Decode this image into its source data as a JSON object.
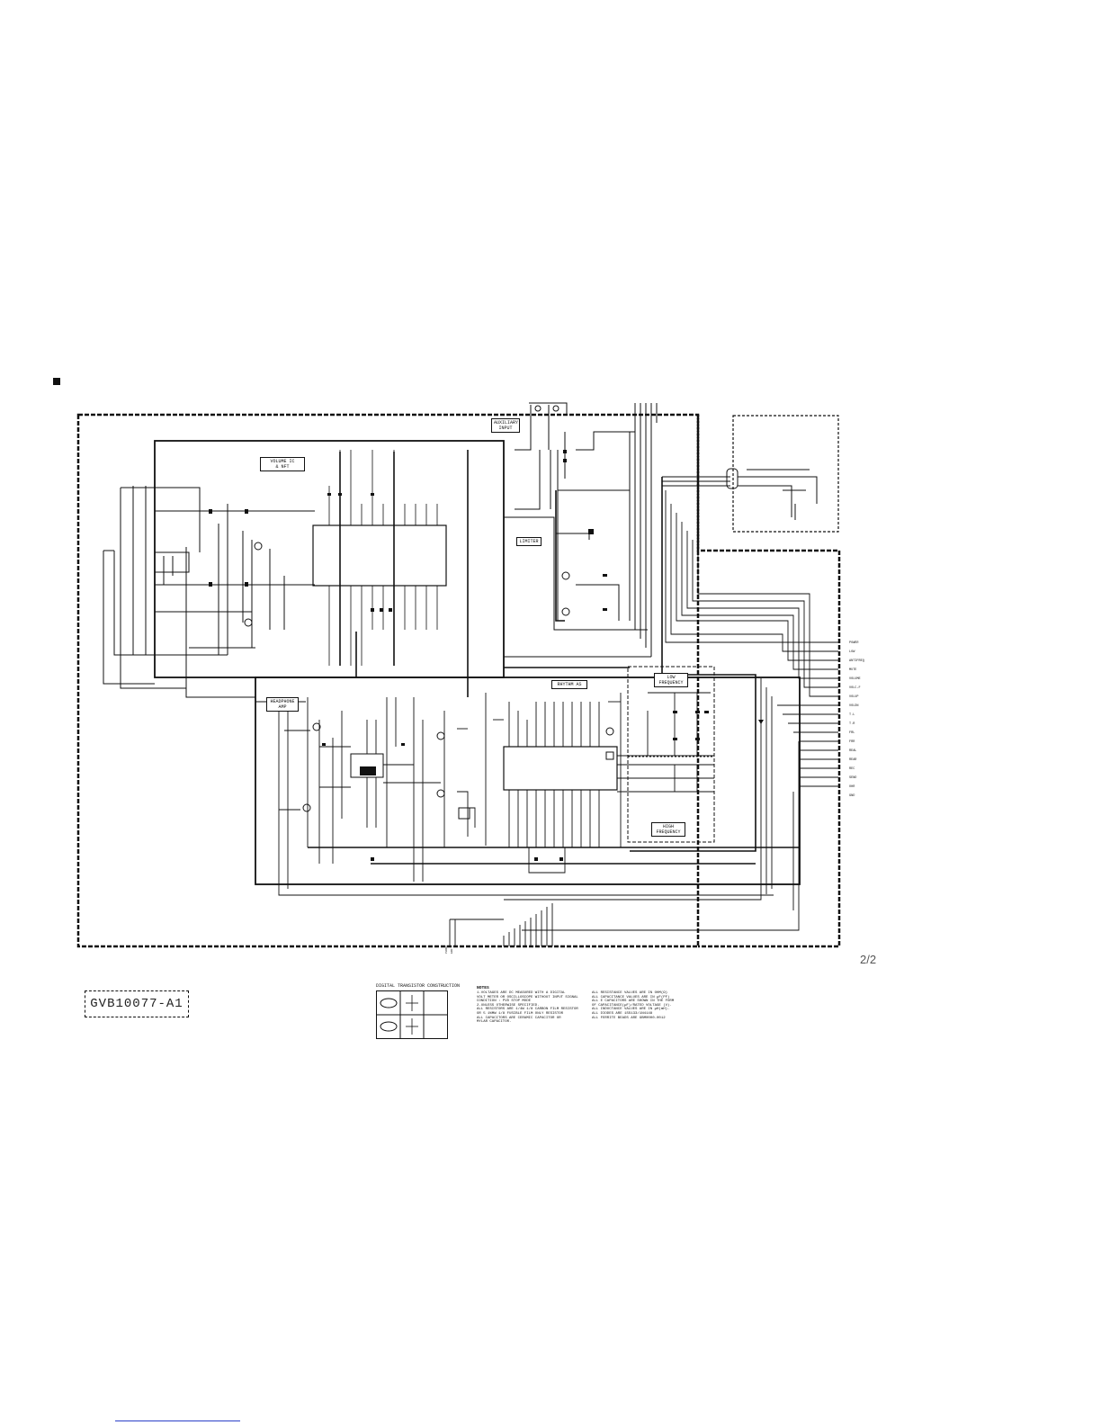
{
  "sheet": {
    "board_id": "GVB10077-A1",
    "page_number": "2/2"
  },
  "blocks": {
    "volume": "VOLUME IC\n& NFT",
    "aux": "AUXILIARY\nINPUT",
    "limiter": "LIMITER",
    "headphone": "HEADPHONE\nAMP",
    "rhythm": "RHYTHM AS",
    "low_freq": "LOW\nFREQUENCY",
    "high_freq": "HIGH\nFREQUENCY"
  },
  "connector_right": [
    "POWER",
    "LOW",
    "ANTIFREQ",
    "MUTE",
    "VOLUME",
    "VOLC-F",
    "VOLUP",
    "VOLDN",
    "T.L",
    "T.R",
    "FRL",
    "FRR",
    "REAL",
    "REAR",
    "REC",
    "SEND",
    "OHR",
    "GND"
  ],
  "digital_transistor": {
    "title": "DIGITAL TRANSISTOR CONSTRUCTION"
  },
  "notes": {
    "heading": "NOTES",
    "left": [
      "1.VOLTAGES ARE DC MEASURED WITH A DIGITAL",
      "  VOLT METER OR OSCILLOSCOPE WITHOUT INPUT SIGNAL",
      "  CONDITION  : PVD STOP MODE",
      "2.UNLESS OTHERWISE SPECIFIED.",
      "  ALL RESISTORS ARE 1/4W  1/8 CARBON FILM RESISTOR",
      "  OR 5 1%MW  1/8 FUSIBLE FILM ONLY RESISTOR",
      "  ALL CAPACITORS ARE CERAMIC CAPACITOR OR",
      "  MYLAR CAPACITOR."
    ],
    "right": [
      "ALL RESISTANCE VALUES ARE IN OHM(Ω)",
      "ALL CAPACITANCE VALUES ARE IN µF(PF)",
      "ALL E CAPACITORS ARE SHOWN IN THE FORM",
      "OF CAPACITANCE(µF)/RATED VOLTAGE (V).",
      "ALL INDUCTANCE VALUES ARE IN µH(mH).",
      "ALL DIODES ARE 1SS133/1N4148",
      "ALL FERRITE BEADS ARE GBM0000-0012"
    ]
  }
}
